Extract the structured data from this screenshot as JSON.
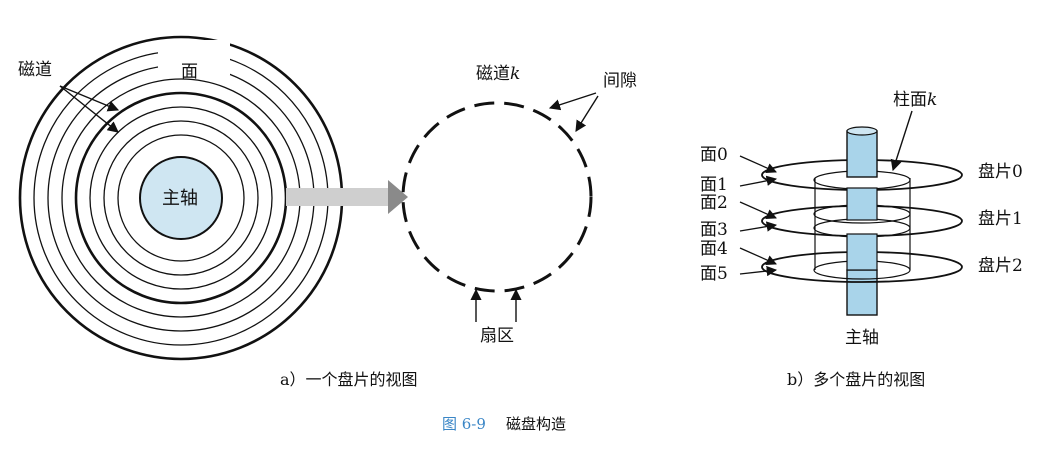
{
  "panel_a": {
    "label_track": "磁道",
    "label_surface": "面",
    "label_spindle": "主轴",
    "label_track_k_prefix": "磁道",
    "label_track_k_var": "k",
    "label_gap": "间隙",
    "label_sector": "扇区",
    "caption": "a）一个盘片的视图"
  },
  "panel_b": {
    "label_cylinder_prefix": "柱面",
    "label_cylinder_var": "k",
    "surfaces": [
      "面0",
      "面1",
      "面2",
      "面3",
      "面4",
      "面5"
    ],
    "platters": [
      "盘片0",
      "盘片1",
      "盘片2"
    ],
    "label_spindle": "主轴",
    "caption": "b）多个盘片的视图"
  },
  "figure": {
    "number": "图 6-9",
    "title": "磁盘构造"
  },
  "colors": {
    "spindle_fill": "#cfe6f2",
    "cylinder_fill": "#a9d4ea",
    "stroke": "#111111",
    "figure_number": "#3a86c6",
    "arrow_fill": "#cfcfcf"
  }
}
